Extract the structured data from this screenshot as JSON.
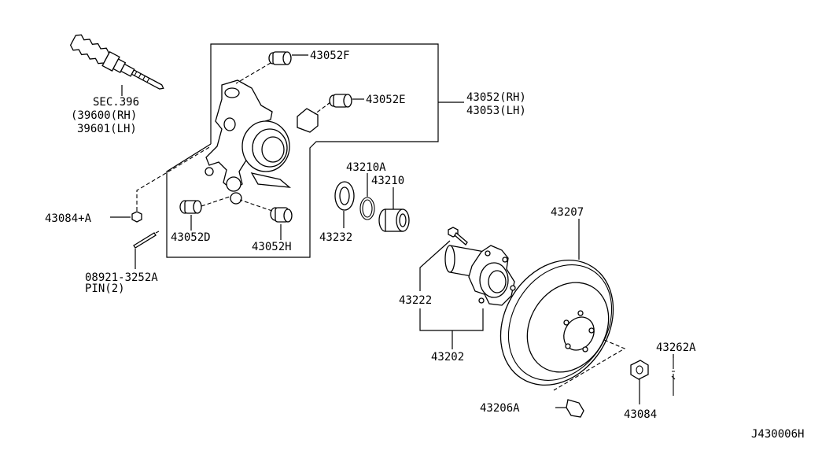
{
  "drawing_id": "J430006H",
  "labels": {
    "sec_ref": "SEC.396",
    "drive_shaft_rh": "(39600(RH)",
    "drive_shaft_lh": "39601(LH)",
    "bushing_f": "43052F",
    "bushing_e": "43052E",
    "knuckle_rh": "43052(RH)",
    "knuckle_lh": "43053(LH)",
    "bushing_d": "43052D",
    "bushing_h": "43052H",
    "nut_a": "43084+A",
    "pin_part": "08921-3252A",
    "pin_note": "PIN(2)",
    "snap_ring_a": "43210A",
    "bearing": "43210",
    "seal": "43232",
    "hub_bolt": "43222",
    "hub_assy": "43202",
    "rotor": "43207",
    "cap": "43262A",
    "rotor_bolt": "43206A",
    "hub_nut": "43084"
  },
  "colors": {
    "line": "#000000",
    "background": "#ffffff"
  }
}
